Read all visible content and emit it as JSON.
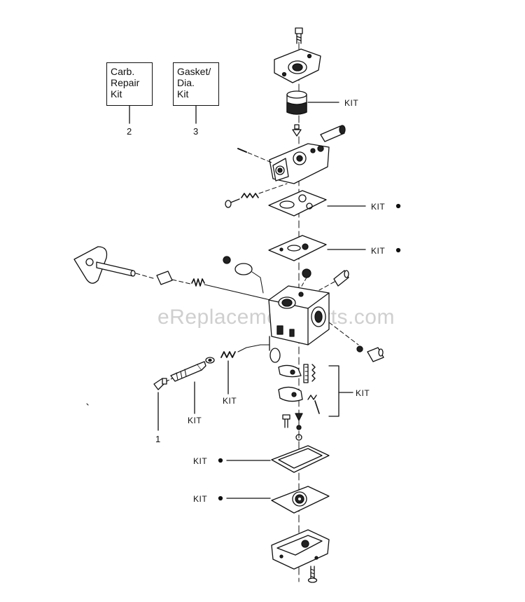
{
  "legend": {
    "box1": {
      "lines": [
        "Carb.",
        "Repair",
        "Kit"
      ],
      "number": "2"
    },
    "box2": {
      "lines": [
        "Gasket/",
        "Dia.",
        "Kit"
      ],
      "number": "3"
    }
  },
  "callouts": {
    "kit_label": "KIT",
    "part_number_1": "1"
  },
  "watermark": "eReplacementParts.com"
}
